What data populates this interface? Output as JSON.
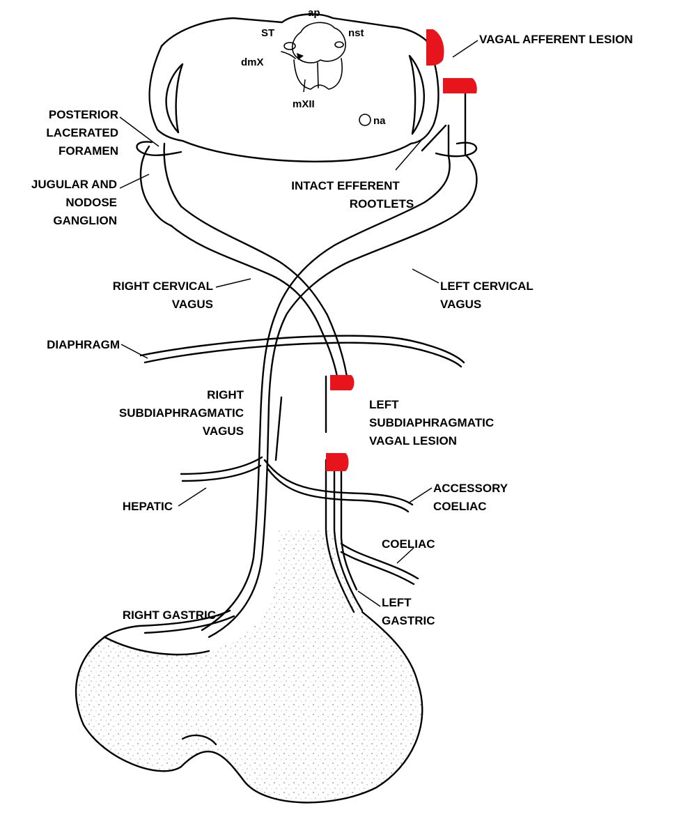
{
  "brainstem": {
    "ap": "ap",
    "st": "ST",
    "nst": "nst",
    "dmx": "dmX",
    "mxii": "mXII",
    "na": "na"
  },
  "labels": {
    "vagal_afferent_lesion": "VAGAL AFFERENT LESION",
    "posterior_lacerated_foramen": [
      "POSTERIOR",
      "LACERATED",
      "FORAMEN"
    ],
    "jugular_nodose": [
      "JUGULAR AND",
      "NODOSE",
      "GANGLION"
    ],
    "intact_efferent": [
      "INTACT EFFERENT",
      "ROOTLETS"
    ],
    "right_cervical": [
      "RIGHT CERVICAL",
      "VAGUS"
    ],
    "left_cervical": [
      "LEFT CERVICAL",
      "VAGUS"
    ],
    "diaphragm": "DIAPHRAGM",
    "right_subdiaphragmatic": [
      "RIGHT",
      "SUBDIAPHRAGMATIC",
      "VAGUS"
    ],
    "left_subdiaphragmatic": [
      "LEFT",
      "SUBDIAPHRAGMATIC",
      "VAGAL LESION"
    ],
    "hepatic": "HEPATIC",
    "accessory_coeliac": [
      "ACCESSORY",
      "COELIAC"
    ],
    "coeliac": "COELIAC",
    "left_gastric": [
      "LEFT",
      "GASTRIC"
    ],
    "right_gastric": "RIGHT GASTRIC"
  },
  "colors": {
    "lesion": "#e8141b",
    "line": "#000000",
    "background": "#ffffff"
  }
}
